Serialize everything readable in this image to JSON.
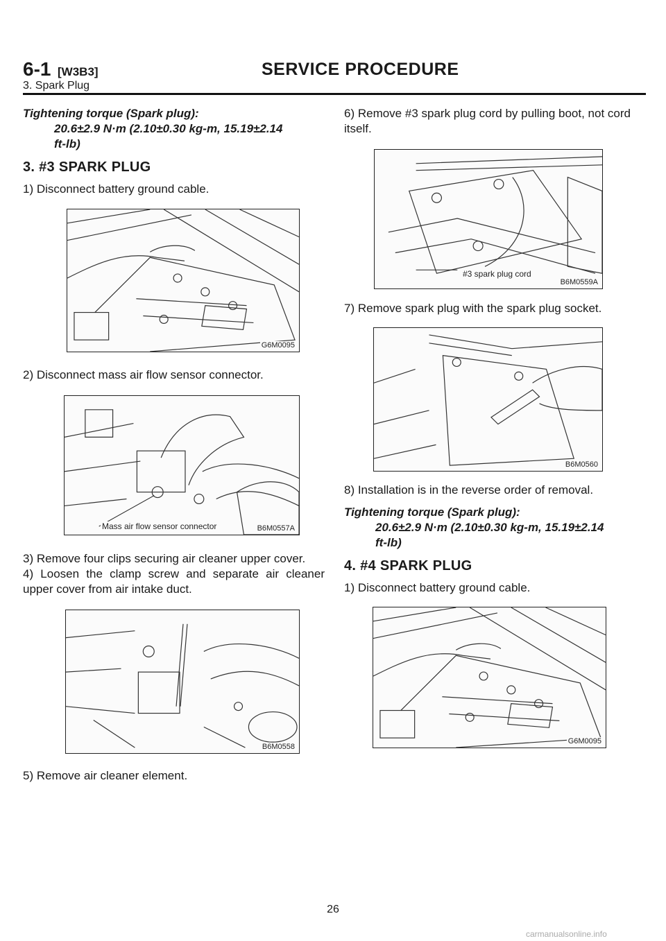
{
  "header": {
    "section_number": "6-1",
    "section_code": "[W3B3]",
    "title": "SERVICE PROCEDURE",
    "subtitle": "3. Spark Plug"
  },
  "left_column": {
    "torque_title": "Tightening torque (Spark plug):",
    "torque_value_line1": "20.6±2.9 N·m (2.10±0.30 kg-m, 15.19±2.14",
    "torque_value_line2": "ft-lb)",
    "heading": "3. #3 SPARK PLUG",
    "step1": "1) Disconnect battery ground cable.",
    "fig1_code": "G6M0095",
    "step2": "2) Disconnect mass air flow sensor connector.",
    "fig2_label": "Mass air flow sensor connector",
    "fig2_code": "B6M0557A",
    "step3": "3) Remove four clips securing air cleaner upper cover.",
    "step4": "4) Loosen the clamp screw and separate air cleaner upper cover from air intake duct.",
    "fig3_code": "B6M0558",
    "step5": "5) Remove air cleaner element."
  },
  "right_column": {
    "step6": "6) Remove #3 spark plug cord by pulling boot, not cord itself.",
    "fig4_label": "#3 spark plug cord",
    "fig4_code": "B6M0559A",
    "step7": "7) Remove spark plug with the spark plug socket.",
    "fig5_code": "B6M0560",
    "step8": "8) Installation is in the reverse order of removal.",
    "torque_title": "Tightening torque (Spark plug):",
    "torque_value_line1": "20.6±2.9 N·m (2.10±0.30 kg-m, 15.19±2.14",
    "torque_value_line2": "ft-lb)",
    "heading": "4. #4 SPARK PLUG",
    "step1": "1) Disconnect battery ground cable.",
    "fig6_code": "G6M0095"
  },
  "page_number": "26",
  "watermark": "carmanualsonline.info"
}
